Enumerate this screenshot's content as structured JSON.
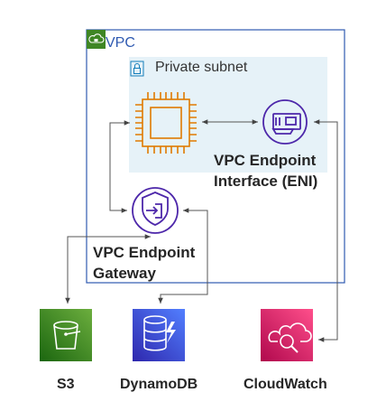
{
  "vpc": {
    "label": "VPC",
    "icon": "cloud-lock-icon",
    "border_color": "#2f5ab1",
    "badge_color": "#3f8624"
  },
  "subnet": {
    "label": "Private subnet",
    "icon": "lock-icon",
    "fill": "#e6f2f8"
  },
  "ec2": {
    "icon": "ec2-chip-icon",
    "color": "#e07b00"
  },
  "eni": {
    "line1": "VPC Endpoint",
    "line2": "Interface (ENI)",
    "icon": "network-interface-icon",
    "color": "#4d27aa"
  },
  "gateway": {
    "line1": "VPC Endpoint",
    "line2": "Gateway",
    "icon": "endpoint-gateway-icon",
    "color": "#4d27aa"
  },
  "services": [
    {
      "label": "S3",
      "icon": "bucket-icon",
      "color": "#3f8624"
    },
    {
      "label": "DynamoDB",
      "icon": "dynamodb-icon",
      "color": "#3b48cc"
    },
    {
      "label": "CloudWatch",
      "icon": "cloudwatch-icon",
      "color": "#c7336e"
    }
  ]
}
